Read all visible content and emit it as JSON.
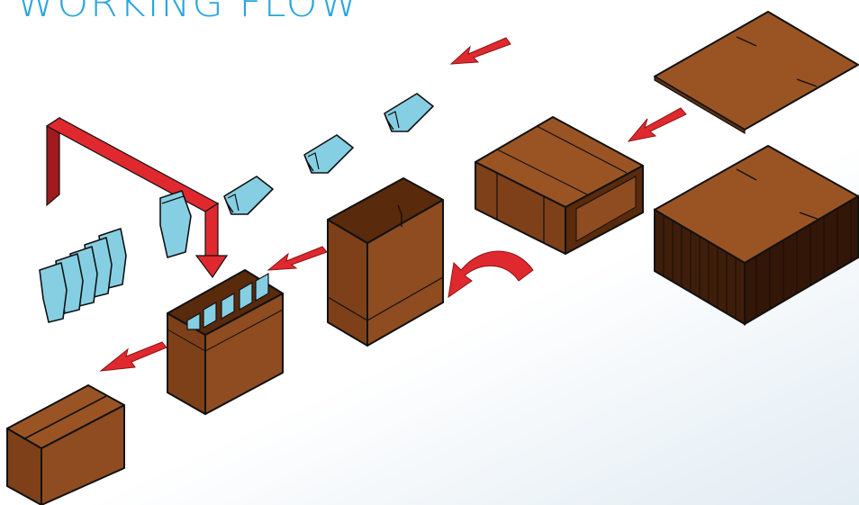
{
  "title": "WORKING FLOW",
  "colors": {
    "title": "#2aa6dd",
    "box_top": "#9a5424",
    "box_left": "#7d4018",
    "box_right": "#8e4c20",
    "box_dark": "#3e1e0b",
    "pouch": "#86cfe3",
    "arrow": "#e0292f",
    "arrow_dark": "#a01a1e",
    "outline": "#111111"
  },
  "icons": [
    "flat-carton-sheet",
    "stack-of-flat-cartons",
    "carton-sleeve",
    "open-box",
    "pouch",
    "divider-box",
    "closed-shipping-box",
    "red-arrow",
    "curved-arrow",
    "overhead-pipe-arrow"
  ]
}
